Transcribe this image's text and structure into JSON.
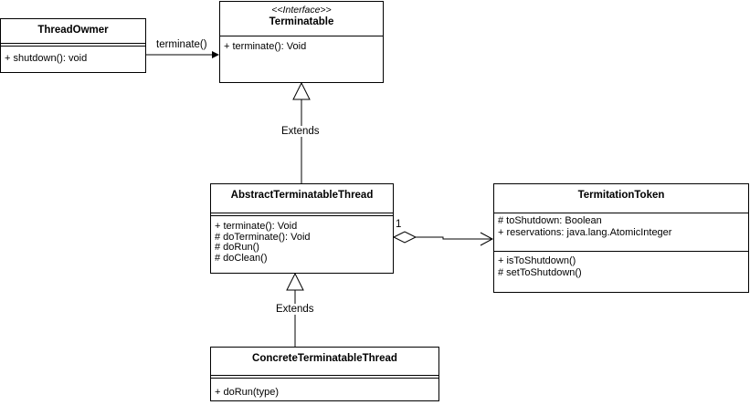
{
  "classes": {
    "thread_owner": {
      "name": "ThreadOwmer",
      "methods": [
        "+ shutdown(): void"
      ]
    },
    "terminatable": {
      "stereotype": "<<Interface>>",
      "name": "Terminatable",
      "methods": [
        "+ terminate(): Void"
      ]
    },
    "abstract_thread": {
      "name": "AbstractTerminatableThread",
      "methods": [
        "+ terminate(): Void",
        "# doTerminate(): Void",
        "# doRun()",
        "# doClean()"
      ]
    },
    "token": {
      "name": "TermitationToken",
      "attributes": [
        "# toShutdown: Boolean",
        "+ reservations: java.lang.AtomicInteger"
      ],
      "methods": [
        "+ isToShutdown()",
        "# setToShutdown()"
      ]
    },
    "concrete_thread": {
      "name": "ConcreteTerminatableThread",
      "methods": [
        "+ doRun(type)"
      ]
    }
  },
  "edges": {
    "owner_to_terminatable": "terminate()",
    "abstract_extends_terminatable": "Extends",
    "concrete_extends_abstract": "Extends",
    "abstract_token_multiplicity": "1"
  }
}
